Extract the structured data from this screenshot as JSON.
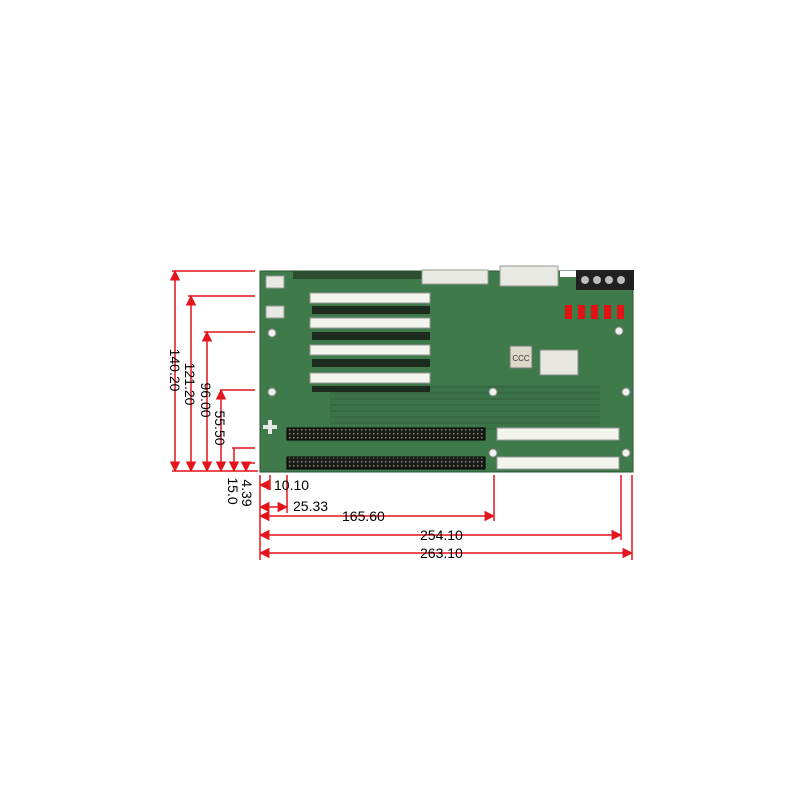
{
  "colors": {
    "dimension_line": "#e3141b",
    "board": "#3f7a4a",
    "board_dark": "#2f5f38",
    "slot_white": "#f4f4ee",
    "slot_black": "#1a1a1a",
    "connector": "#e9e9e4",
    "terminal_block": "#202020",
    "led_red": "#e01414"
  },
  "dimensions": {
    "vertical": [
      {
        "id": "v140",
        "label": "140.20"
      },
      {
        "id": "v121",
        "label": "121.20"
      },
      {
        "id": "v96",
        "label": "96.00"
      },
      {
        "id": "v55",
        "label": "55.50"
      },
      {
        "id": "v15",
        "label": "15.0"
      },
      {
        "id": "v4",
        "label": "4.39"
      }
    ],
    "horizontal": [
      {
        "id": "h10",
        "label": "10.10"
      },
      {
        "id": "h25",
        "label": "25.33"
      },
      {
        "id": "h165",
        "label": "165.60"
      },
      {
        "id": "h254",
        "label": "254.10"
      },
      {
        "id": "h263",
        "label": "263.10"
      }
    ]
  },
  "board": {
    "chip_label": "CCC"
  }
}
